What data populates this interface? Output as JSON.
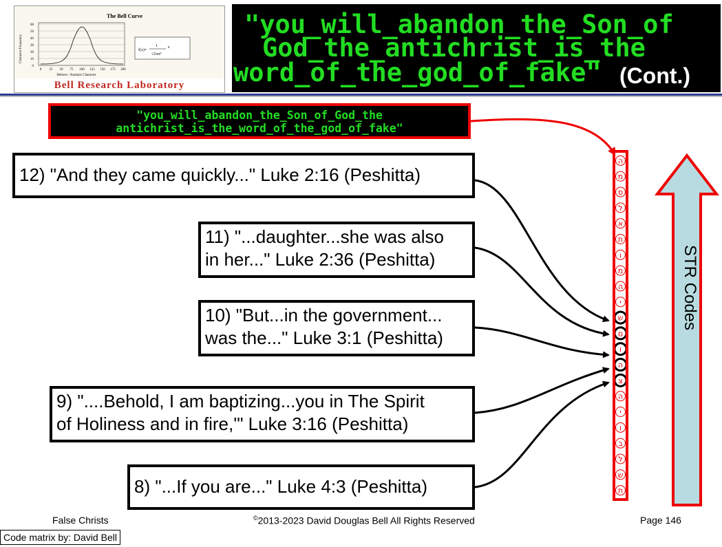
{
  "logo": {
    "chart_title": "The Bell Curve",
    "y_label": "Character Frequency",
    "x_label": "Hebrew / Aramaic Character",
    "y_ticks": [
      "60",
      "50",
      "40",
      "30",
      "20",
      "10",
      "0"
    ],
    "x_ticks": [
      "0",
      "25",
      "50",
      "75",
      "100",
      "125",
      "150",
      "175",
      "200"
    ],
    "banner": "Bell Research Laboratory"
  },
  "title": {
    "line1": "\"you_will_abandon_the_Son_of",
    "line2": "God_the_antichrist_is_the",
    "line3": "word_of_the_god_of_fake\"",
    "cont": "(Cont.)"
  },
  "sequence_box": {
    "line1": "\"you_will_abandon_the_Son_of_God_the",
    "line2": "antichrist_is_the_word_of_the_god_of_fake\""
  },
  "citations": [
    {
      "line1": "12) \"And they came quickly...\" Luke 2:16 (Peshitta)"
    },
    {
      "line1": "11) \"...daughter...she was also",
      "line2": "in her...\" Luke 2:36 (Peshitta)"
    },
    {
      "line1": "10) \"But...in the government...",
      "line2": "was the...\" Luke 3:1 (Peshitta)"
    },
    {
      "line1": "9) \"....Behold, I am baptizing...you in The Spirit",
      "line2": "of Holiness and in fire,'\" Luke 3:16 (Peshitta)"
    },
    {
      "line1": "8) \"...If you are...\" Luke 4:3 (Peshitta)"
    }
  ],
  "code_letters": [
    "ה",
    "מ",
    "ס",
    "ל",
    "א",
    "ת",
    "ו",
    "מ",
    "ה",
    "י",
    "ש",
    "ם",
    "ו",
    "ה",
    "צ",
    "ה",
    "י",
    "ו",
    "ב",
    "ל",
    "ש",
    "ת"
  ],
  "highlight_letters": [
    10,
    11,
    12,
    13,
    14
  ],
  "str_label": "STR Codes",
  "footer": {
    "left": "False Christs",
    "copyright_mark": "©",
    "center": "2013-2023 David Douglas Bell All Rights Reserved",
    "page": "Page 146",
    "credit": "Code matrix by: David Bell"
  },
  "colors": {
    "green_text": "#22dd22",
    "red_frame": "#e00000",
    "arrow_fill": "#b7dbe0",
    "banner_red": "#c0261f"
  }
}
